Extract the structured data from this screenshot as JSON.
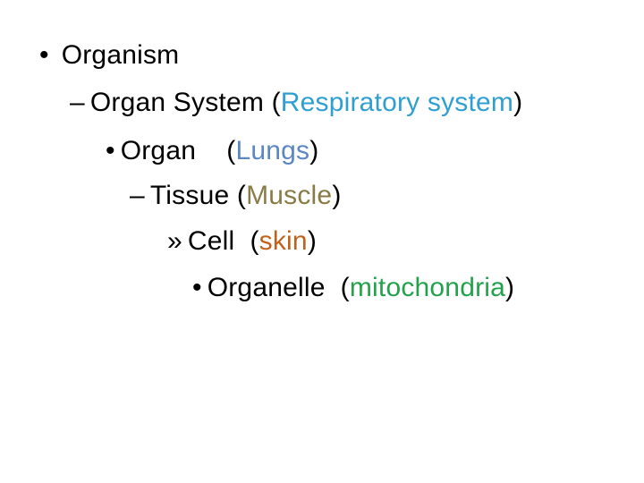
{
  "colors": {
    "respiratory": "#2f9fd1",
    "lungs": "#5b87c5",
    "muscle": "#8a7b46",
    "skin": "#c0621c",
    "mitochondria": "#22a24b"
  },
  "levels": [
    {
      "bullet": "•",
      "label": "Organism",
      "prefix": "",
      "example": "",
      "suffix": ""
    },
    {
      "bullet": "–",
      "label": "Organ System ",
      "prefix": "(",
      "example": "Respiratory system",
      "suffix": ")"
    },
    {
      "bullet": "•",
      "label": "Organ    ",
      "prefix": "(",
      "example": "Lungs",
      "suffix": ")"
    },
    {
      "bullet": "–",
      "label": "Tissue ",
      "prefix": "(",
      "example": "Muscle",
      "suffix": ")"
    },
    {
      "bullet": "»",
      "label": "Cell  ",
      "prefix": "(",
      "example": "skin",
      "suffix": ")"
    },
    {
      "bullet": "•",
      "label": "Organelle  ",
      "prefix": "(",
      "example": "mitochondria",
      "suffix": ")"
    }
  ]
}
